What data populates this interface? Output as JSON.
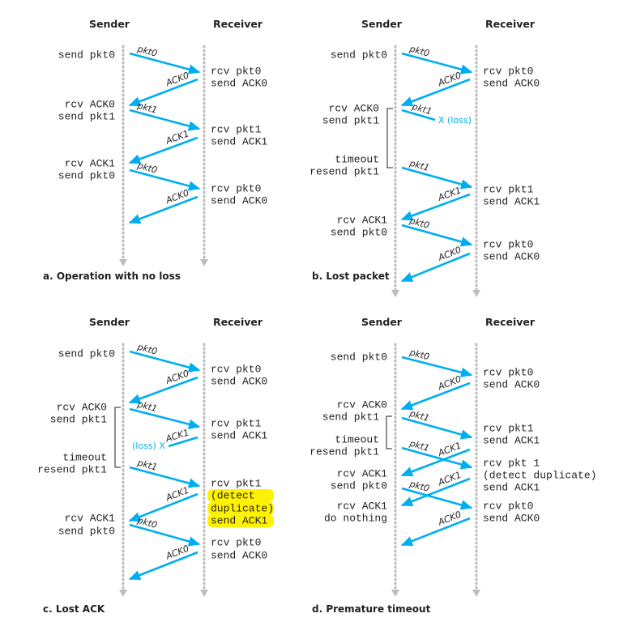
{
  "colors": {
    "message": "#00aeef",
    "timeline": "#bdbdbd",
    "highlight": "#fff200",
    "text": "#231f20"
  },
  "panels": [
    {
      "sender_label": "Sender",
      "receiver_label": "Receiver",
      "caption": "a. Operation with no loss",
      "sender_notes": [
        "send pkt0",
        "rcv ACK0",
        "send pkt1",
        "rcv ACK1",
        "send pkt0"
      ],
      "receiver_notes": [
        "rcv pkt0",
        "send ACK0",
        "rcv pkt1",
        "send ACK1",
        "rcv pkt0",
        "send ACK0"
      ],
      "messages": [
        "pkt0",
        "ACK0",
        "pkt1",
        "ACK1",
        "pkt0",
        "ACK0"
      ]
    },
    {
      "sender_label": "Sender",
      "receiver_label": "Receiver",
      "caption": "b. Lost packet",
      "sender_notes": [
        "send pkt0",
        "rcv ACK0",
        "send pkt1",
        "timeout",
        "resend pkt1",
        "rcv ACK1",
        "send pkt0"
      ],
      "receiver_notes": [
        "rcv pkt0",
        "send ACK0",
        "rcv pkt1",
        "send ACK1",
        "rcv pkt0",
        "send ACK0"
      ],
      "messages": [
        "pkt0",
        "ACK0",
        "pkt1",
        "pkt1",
        "ACK1",
        "pkt0",
        "ACK0"
      ],
      "loss_label": "X (loss)"
    },
    {
      "sender_label": "Sender",
      "receiver_label": "Receiver",
      "caption": "c. Lost ACK",
      "sender_notes": [
        "send pkt0",
        "rcv ACK0",
        "send pkt1",
        "timeout",
        "resend pkt1",
        "rcv ACK1",
        "send pkt0"
      ],
      "receiver_notes": [
        "rcv pkt0",
        "send ACK0",
        "rcv pkt1",
        "send ACK1",
        "rcv pkt1",
        "(detect",
        "duplicate)",
        "send ACK1",
        "rcv pkt0",
        "send ACK0"
      ],
      "messages": [
        "pkt0",
        "ACK0",
        "pkt1",
        "ACK1",
        "pkt1",
        "ACK1",
        "pkt0",
        "ACK0"
      ],
      "loss_label": "(loss) X"
    },
    {
      "sender_label": "Sender",
      "receiver_label": "Receiver",
      "caption": "d. Premature timeout",
      "sender_notes": [
        "send pkt0",
        "rcv ACK0",
        "send pkt1",
        "timeout",
        "resend pkt1",
        "rcv ACK1",
        "send pkt0",
        "rcv ACK1",
        "do nothing"
      ],
      "receiver_notes": [
        "rcv pkt0",
        "send ACK0",
        "rcv pkt1",
        "send ACK1",
        "rcv pkt 1",
        "(detect duplicate)",
        "send ACK1",
        "rcv pkt0",
        "send ACK0"
      ],
      "messages": [
        "pkt0",
        "ACK0",
        "pkt1",
        "pkt1",
        "ACK1",
        "ACK1",
        "pkt0",
        "ACK0"
      ]
    }
  ]
}
